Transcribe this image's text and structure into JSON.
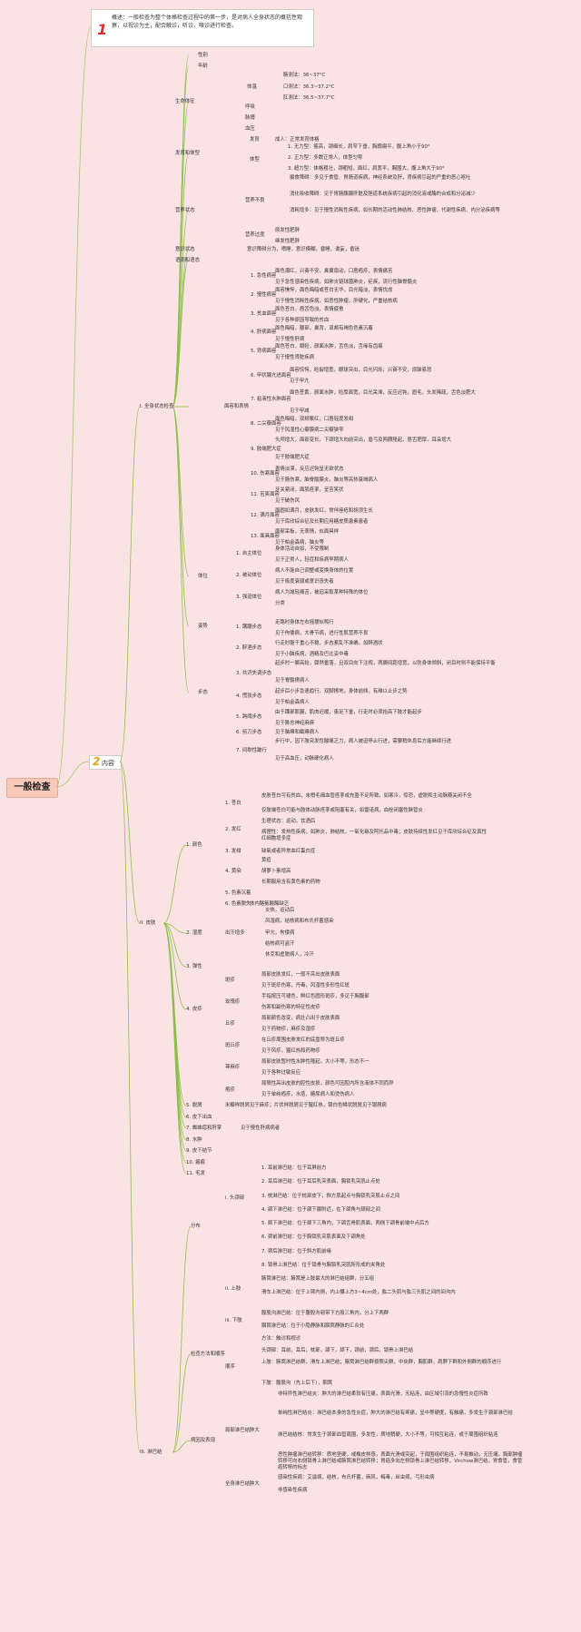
{
  "root": {
    "label": "一般检查"
  },
  "intro": {
    "num": "1",
    "text": "概述：一般检查为整个体格检查过程中的第一步，是对病人全身状态的概括性观察，以视诊为主，配合触诊，听诊，嗅诊进行检查。"
  },
  "content": {
    "num": "2",
    "label": "内容"
  },
  "nodes": [
    {
      "t": "性别"
    },
    {
      "t": "年龄"
    },
    {
      "t": "生命体征"
    },
    {
      "t": "体温"
    },
    {
      "t": "腋测法：36~37°C"
    },
    {
      "t": "口测法：36.3~37.2°C"
    },
    {
      "t": "肛测法：36.5~37.7°C"
    },
    {
      "t": "呼吸"
    },
    {
      "t": "脉搏"
    },
    {
      "t": "血压"
    },
    {
      "t": "发育和体型"
    },
    {
      "t": "发育"
    },
    {
      "t": "成人：正常发育体格"
    },
    {
      "t": "体型"
    },
    {
      "t": "1. 无力型：瘦高，颈细长，肩窄下垂，胸廓扁平，腹上角小于90°"
    },
    {
      "t": "2. 正力型：多数正常人，体型匀称"
    },
    {
      "t": "3. 超力型：体格粗壮，颈粗短，面红，肩宽平，胸围大，腹上角大于90°"
    },
    {
      "t": "营养状态"
    },
    {
      "t": "营养不良"
    },
    {
      "t": "摄食障碍：多见于食管、胃肠道疾病，神经系统及肝，肾疾病引起的严重的恶心呕吐"
    },
    {
      "t": "消化吸收障碍：见于胃肠胰腺肝脏及胆道系统疾病引起的消化液或酶的合成和分泌减少"
    },
    {
      "t": "消耗增多：见于慢性消耗性疾病，如长期的活动性肺结核、恶性肿瘤、代谢性疾病、内分泌疾病等"
    },
    {
      "t": "营养过度"
    },
    {
      "t": "原发性肥胖"
    },
    {
      "t": "继发性肥胖"
    },
    {
      "t": "意识状态"
    },
    {
      "t": "意识障碍分为，嗜睡，意识模糊，昏睡，谵妄，昏迷"
    },
    {
      "t": "语调和语态"
    },
    {
      "t": "I. 全身状态检查"
    },
    {
      "t": "面容和表情"
    },
    {
      "t": "1. 急性病容"
    },
    {
      "t": "面色潮红，兴奋不安，鼻翼扇动，口唇疱疹，表情痛苦"
    },
    {
      "t": "见于急性感染性疾病，如肺炎链球菌肺炎，疟疾，流行性脑脊髓炎"
    },
    {
      "t": "2. 慢性病容"
    },
    {
      "t": "面容憔悴，面色晦暗或苍白无华，目光暗淡，表情忧虑"
    },
    {
      "t": "见于慢性消耗性疾病，如恶性肿瘤，肝硬化，严重结核病"
    },
    {
      "t": "3. 贫血面容"
    },
    {
      "t": "面色苍白，唇舌色淡，表情疲惫"
    },
    {
      "t": "见于各种原因导致的贫血"
    },
    {
      "t": "4. 肝病面容"
    },
    {
      "t": "面色晦暗，额部，鼻背，双颊有褐色色素沉着"
    },
    {
      "t": "见于慢性肝病"
    },
    {
      "t": "5. 肾病面容"
    },
    {
      "t": "面色苍白，眼睑，颜面水肿，舌色淡，舌缘有齿痕"
    },
    {
      "t": "见于慢性肾脏疾病"
    },
    {
      "t": "6. 甲状腺亢进面容"
    },
    {
      "t": "面容惊愕，睑裂增宽，眼球突出，目光闪烁，兴奋不安，烦躁易怒"
    },
    {
      "t": "见于甲亢"
    },
    {
      "t": "7. 粘液性水肿面容"
    },
    {
      "t": "面色苍黄，颜面水肿，睑厚面宽，目光呆滞，反应迟钝，眉毛，头发稀疏，舌色淡肥大"
    },
    {
      "t": "见于甲减"
    },
    {
      "t": "8. 二尖瓣面容"
    },
    {
      "t": "面色晦暗，双颊紫红，口唇轻度发绀"
    },
    {
      "t": "见于风湿性心瓣膜病二尖瓣狭窄"
    },
    {
      "t": "9. 肢端肥大症"
    },
    {
      "t": "头颅增大，面部变长，下颌增大向前突出，眉弓及两颧隆起，唇舌肥厚，耳朵增大"
    },
    {
      "t": "见于肢端肥大症"
    },
    {
      "t": "10. 伤寒面容"
    },
    {
      "t": "表情淡漠，反应迟钝呈无欲状态"
    },
    {
      "t": "见于肠伤寒，脑脊髓膜炎，脑炎等高热衰竭病人"
    },
    {
      "t": "11. 苦笑面容"
    },
    {
      "t": "牙关紧闭，面肌痉挛，呈苦笑状"
    },
    {
      "t": "见于破伤风"
    },
    {
      "t": "12. 满月面容"
    },
    {
      "t": "面圆如满月，皮肤发红，常伴痤疮和胡须生长"
    },
    {
      "t": "见于库欣综合征及长期应用糖皮质激素患者"
    },
    {
      "t": "13. 面具面容"
    },
    {
      "t": "面部呆板，无表情，似面具样"
    },
    {
      "t": "见于帕金森病，脑炎等"
    },
    {
      "t": "体位"
    },
    {
      "t": "1. 自主体位"
    },
    {
      "t": "身体活动自如，不受限制"
    },
    {
      "t": "见于正常人，轻症和疾病早期病人"
    },
    {
      "t": "2. 被动体位"
    },
    {
      "t": "病人不能自己调整或变换身体的位置"
    },
    {
      "t": "见于极度衰弱或意识丧失者"
    },
    {
      "t": "3. 强迫体位"
    },
    {
      "t": "病人为减轻痛苦，被迫采取某种特殊的体位"
    },
    {
      "t": "分类"
    },
    {
      "t": "姿势"
    },
    {
      "t": "步态"
    },
    {
      "t": "1. 蹒跚步态"
    },
    {
      "t": "走路时身体左右摇摆似鸭行"
    },
    {
      "t": "见于佝偻病，大骨节病，进行性肌营养不良"
    },
    {
      "t": "2. 醉酒步态"
    },
    {
      "t": "行走时躯干重心不稳，步态紊乱不准确，如醉酒状"
    },
    {
      "t": "见于小脑疾病，酒精及巴比妥中毒"
    },
    {
      "t": "3. 共济失调步态"
    },
    {
      "t": "起步时一脚高抬，骤然垂落，且双目向下注视，两脚间距增宽，以防身体倾斜，闭目时则不能保持平衡"
    },
    {
      "t": "见于脊髓痨病人"
    },
    {
      "t": "4. 慌张步态"
    },
    {
      "t": "起步后小步急速趋行，双脚擦地，身体前倾，有难以止步之势"
    },
    {
      "t": "见于帕金森病人"
    },
    {
      "t": "5. 跨阈步态"
    },
    {
      "t": "由于踝部肌腱，肌肉迟缓，患足下垂，行走时必须抬高下肢才能起步"
    },
    {
      "t": "见于腓总神经麻痹"
    },
    {
      "t": "6. 剪刀步态"
    },
    {
      "t": "见于脑瘫和截瘫病人"
    },
    {
      "t": "7. 间歇性跛行"
    },
    {
      "t": "步行中，因下肢突发性酸痛乏力，病人被迫停止行进，需要稍休息后方能继续行进"
    },
    {
      "t": "见于高血压，动脉硬化病人"
    },
    {
      "t": "II. 皮肤"
    },
    {
      "t": "1. 颜色"
    },
    {
      "t": "1. 苍白"
    },
    {
      "t": "皮肤苍白可有贫血，末梢毛细血管痉挛或充盈不足所致，如寒冷，惊恐，虚脱和主动脉瓣关闭不全"
    },
    {
      "t": "仅肢端苍白可能与肢体动脉痉挛或阻塞有关，如雷诺病，血栓闭塞性脉管炎"
    },
    {
      "t": "2. 发红"
    },
    {
      "t": "生理状态：运动，饮酒后"
    },
    {
      "t": "病理性：发热性疾病，如肺炎，肺结核，一氧化碳及阿托品中毒；皮肤持续性发红见于库欣综合征及真性红细胞增多症"
    },
    {
      "t": "3. 发绀"
    },
    {
      "t": "缺氧或者异常血红蛋白症"
    },
    {
      "t": "4. 黄染"
    },
    {
      "t": "黄疸"
    },
    {
      "t": "胡萝卜素增高"
    },
    {
      "t": "长期服用含有黄色素的药物"
    },
    {
      "t": "5. 色素沉着"
    },
    {
      "t": "6. 色素脱失"
    },
    {
      "t": "体内酪氨酸酶缺乏"
    },
    {
      "t": "2. 湿度"
    },
    {
      "t": "出汗增多"
    },
    {
      "t": "炎热，运动后"
    },
    {
      "t": "风湿病，结核病和布氏杆菌感染"
    },
    {
      "t": "甲亢，佝偻病"
    },
    {
      "t": "结核病可盗汗"
    },
    {
      "t": "休克和虚脱病人，冷汗"
    },
    {
      "t": "3. 弹性"
    },
    {
      "t": "4. 皮疹"
    },
    {
      "t": "斑疹"
    },
    {
      "t": "局部皮肤发红，一般不突出皮肤表面"
    },
    {
      "t": "见于斑疹伤寒，丹毒，风湿性多形性红斑"
    },
    {
      "t": "玫瑰疹"
    },
    {
      "t": "手指按压可褪色，鲜红色圆形斑疹，多见于胸腹部"
    },
    {
      "t": "伤寒和副伤寒的特征性皮疹"
    },
    {
      "t": "丘疹"
    },
    {
      "t": "局部颜色改变，病灶凸出于皮肤表面"
    },
    {
      "t": "见于药物疹，麻疹及湿疹"
    },
    {
      "t": "斑丘疹"
    },
    {
      "t": "在丘疹周围皮肤发红的底盘称为斑丘疹"
    },
    {
      "t": "见于风疹，猩红热和药物疹"
    },
    {
      "t": "荨麻疹"
    },
    {
      "t": "局部皮肤暂时性水肿性隆起，大小不等，形态不一"
    },
    {
      "t": "见于各种过敏反应"
    },
    {
      "t": "疱疹"
    },
    {
      "t": "局限性高出皮肤的腔性皮损，颜色可因腔内所含液体不同而异"
    },
    {
      "t": "见于单纯疱疹，水痘，糖尿病人和烫伤病人"
    },
    {
      "t": "5. 脱屑"
    },
    {
      "t": "米糠样脱屑见于麻疹；片状样脱屑见于猩红热，银白色鳞状脱屑见于银屑病"
    },
    {
      "t": "6. 皮下出血"
    },
    {
      "t": "7. 蜘蛛痣和肝掌"
    },
    {
      "t": "见于慢性肝病病者"
    },
    {
      "t": "8. 水肿"
    },
    {
      "t": "9. 皮下结节"
    },
    {
      "t": "10. 瘢痕"
    },
    {
      "t": "11. 毛发"
    },
    {
      "t": "III. 淋巴结"
    },
    {
      "t": "分布"
    },
    {
      "t": "i. 头颈部"
    },
    {
      "t": "1. 耳前淋巴结：位于耳屏前方"
    },
    {
      "t": "2. 耳后淋巴结：位于耳后乳突表面，胸锁乳突肌止点处"
    },
    {
      "t": "3. 枕淋巴结：位于枕部皮下，斜方肌起点与胸锁乳突肌止点之间"
    },
    {
      "t": "4. 颌下淋巴结：位于颌下腺附近，在下颌角与颏部之间"
    },
    {
      "t": "5. 颏下淋巴结：位于颏下三角内，下颌舌骨肌表面，两侧下颌骨前端中点后方"
    },
    {
      "t": "6. 颈前淋巴结：位于胸锁乳突肌表面及下颌角处"
    },
    {
      "t": "7. 颈后淋巴结：位于斜方肌前缘"
    },
    {
      "t": "8. 锁骨上淋巴结：位于锁骨与胸锁乳突肌所形成的夹角处"
    },
    {
      "t": "ii. 上肢"
    },
    {
      "t": "腋窝淋巴结：腋窝是上肢最大的淋巴结组群，分五组"
    },
    {
      "t": "滑车上淋巴结：位于上臂内侧，内上髁上方3~4cm处，肱二头肌与肱三头肌之间的间沟内"
    },
    {
      "t": "iii. 下肢"
    },
    {
      "t": "腹股沟淋巴结：位于腹股沟韧带下方股三角内，分上下两群"
    },
    {
      "t": "腘窝淋巴结：位于小隐静脉和腘窝静脉的汇合处"
    },
    {
      "t": "检查方法和顺序"
    },
    {
      "t": "方法：触诊和视诊"
    },
    {
      "t": "顺序"
    },
    {
      "t": "头颈部：耳前，耳后，枕部，颌下，颏下，颈前，颈后，锁骨上淋巴结"
    },
    {
      "t": "上肢：腋窝淋巴结群，滑车上淋巴结；腋窝淋巴结群按照尖群，中央群，胸肌群，肩胛下群和外侧群的顺序进行"
    },
    {
      "t": "下肢：腹股沟（先上后下），腘窝"
    },
    {
      "t": "病因及表现"
    },
    {
      "t": "局部淋巴结肿大"
    },
    {
      "t": "非特异性淋巴结炎：肿大的淋巴结柔软有压痛，表面光滑，无粘连，由区域引流的急慢性炎症所致"
    },
    {
      "t": "单纯性淋巴结炎：淋巴结本身的急性炎症，肿大的淋巴结有疼痛，呈中等硬度，有触痛，多发生于颈部淋巴结"
    },
    {
      "t": "淋巴结结核：常发生于颈部血管周围，多发性，质地稍硬，大小不等，可相互粘连，或于周围组织粘连"
    },
    {
      "t": "恶性肿瘤淋巴结转移：质地坚硬，或橡皮样感，表面光滑或突起，于周围组织粘连，不易推动，无压痛。胸部肿瘤转移可向右侧锁骨上淋巴结或腋窝淋巴结转移；胃癌多向左侧锁骨上淋巴结转移，Virchow淋巴结，胃食管，食管癌转移的标志"
    },
    {
      "t": "全身淋巴结肿大"
    },
    {
      "t": "感染性疾病：艾滋病，结核，布氏杆菌，麻风，梅毒，丝虫病，弓形虫病"
    },
    {
      "t": "非感染性疾病"
    }
  ]
}
